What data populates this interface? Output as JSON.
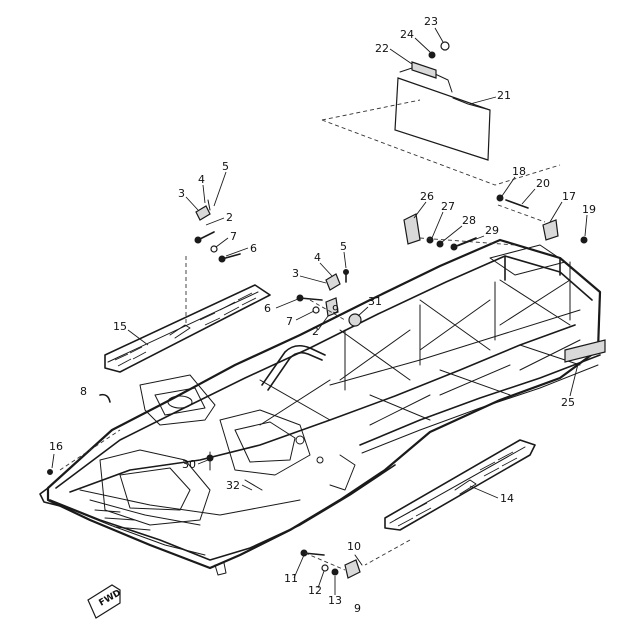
{
  "callouts": {
    "c1": "2",
    "c2": "3",
    "c3": "4",
    "c4": "5",
    "c5": "6",
    "c6": "7",
    "c7": "8",
    "c8": "9",
    "c9": "10",
    "c10": "11",
    "c11": "12",
    "c12": "13",
    "c13": "14",
    "c14": "15",
    "c15": "16",
    "c16": "17",
    "c17": "18",
    "c18": "19",
    "c19": "20",
    "c20": "21",
    "c21": "22",
    "c22": "23",
    "c23": "24",
    "c24": "25",
    "c25": "26",
    "c26": "27",
    "c27": "28",
    "c28": "29",
    "c29": "30",
    "c30": "31",
    "c31": "32",
    "c32": "3",
    "c33": "4",
    "c34": "5",
    "c35": "6",
    "c36": "7",
    "c37": "2",
    "c38": "9"
  },
  "forward_marker": "FWD"
}
